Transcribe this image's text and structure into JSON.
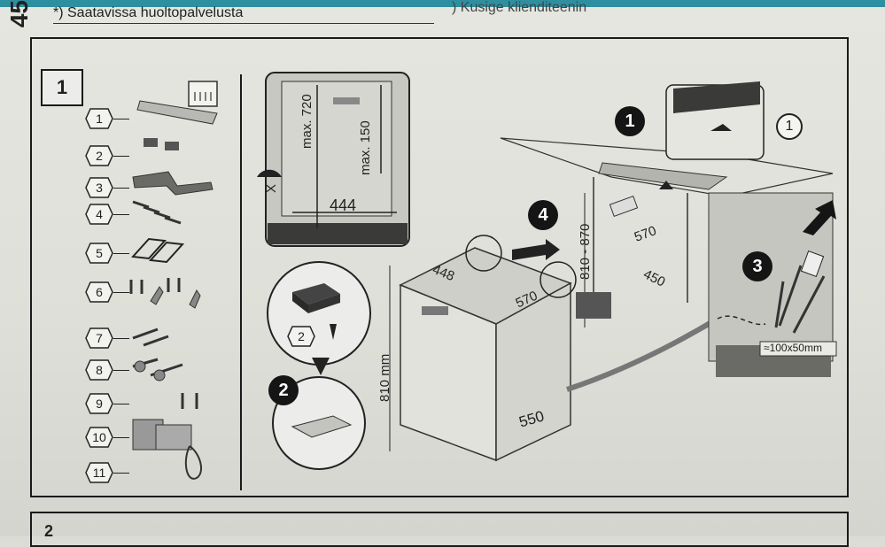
{
  "page": {
    "page_number": "45",
    "footnote": "*) Saatavissa huoltopalvelusta",
    "footnote_right": ") Kusige klienditeenin",
    "next_step": "2"
  },
  "step": {
    "number": "1",
    "parts": [
      "1",
      "2",
      "3",
      "4",
      "5",
      "6",
      "7",
      "8",
      "9",
      "10",
      "11"
    ]
  },
  "niche": {
    "max_height": "max. 720",
    "max_top": "max. 150",
    "width": "444",
    "x_label": "X"
  },
  "detail": {
    "hex_label": "2",
    "circle_label": "2"
  },
  "appliance": {
    "width": "448",
    "depth_top": "570",
    "height": "810 mm",
    "bottom_depth": "550",
    "step4": "4"
  },
  "cabinet": {
    "callout1": "1",
    "callout_hex": "1",
    "height_range": "810 - 870",
    "depth": "570",
    "width": "450",
    "callout3": "3",
    "cutout": "≈100x50mm"
  }
}
